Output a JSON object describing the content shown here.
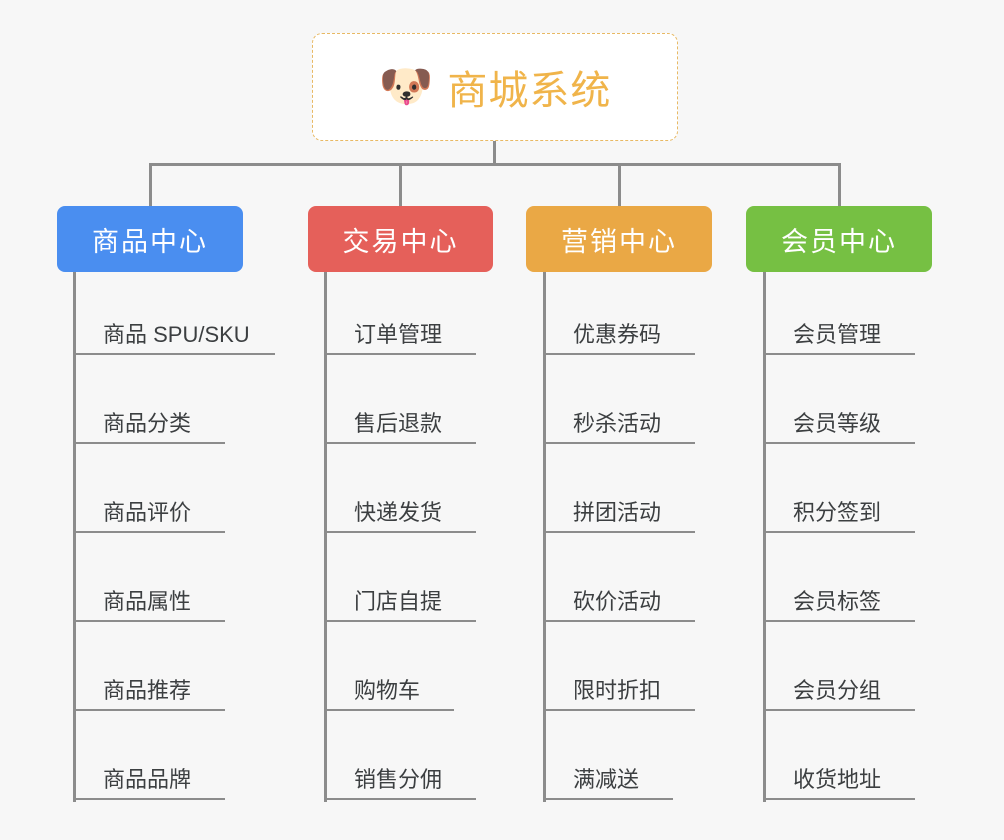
{
  "page": {
    "background_color": "#f7f7f7",
    "type": "organization-chart"
  },
  "root": {
    "icon": "dog-face-icon",
    "icon_glyph": "🐶",
    "title": "商城系统",
    "text_color": "#f0b44a",
    "border_color": "#e8b964",
    "background_color": "#ffffff"
  },
  "branches": [
    {
      "key": "product",
      "label": "商品中心",
      "color": "#4a8ef0",
      "items": [
        "商品 SPU/SKU",
        "商品分类",
        "商品评价",
        "商品属性",
        "商品推荐",
        "商品品牌"
      ]
    },
    {
      "key": "trade",
      "label": "交易中心",
      "color": "#e5605a",
      "items": [
        "订单管理",
        "售后退款",
        "快递发货",
        "门店自提",
        "购物车",
        "销售分佣"
      ]
    },
    {
      "key": "marketing",
      "label": "营销中心",
      "color": "#eaa845",
      "items": [
        "优惠券码",
        "秒杀活动",
        "拼团活动",
        "砍价活动",
        "限时折扣",
        "满减送"
      ]
    },
    {
      "key": "member",
      "label": "会员中心",
      "color": "#76c043",
      "items": [
        "会员管理",
        "会员等级",
        "积分签到",
        "会员标签",
        "会员分组",
        "收货地址"
      ]
    }
  ],
  "connector": {
    "color": "#8c8c8c"
  }
}
